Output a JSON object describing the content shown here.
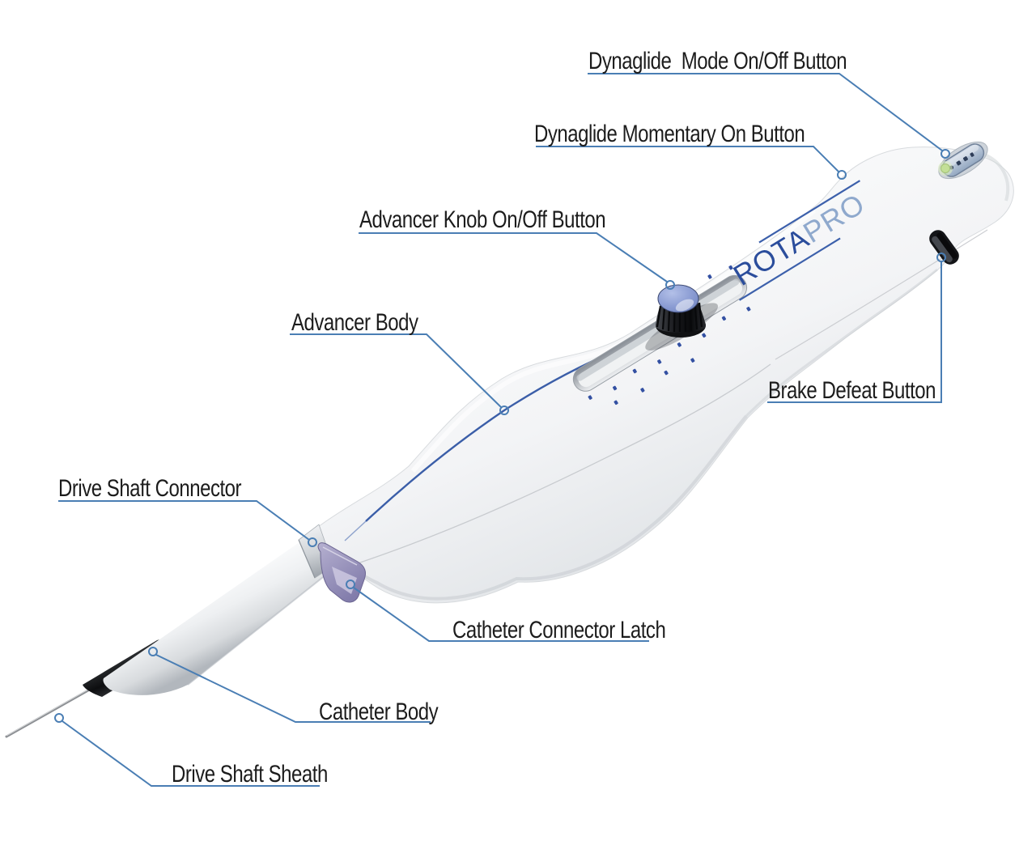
{
  "device": {
    "brand_part1": "ROTA",
    "brand_part2": "PRO"
  },
  "labels": {
    "dynaglide_mode": "Dynaglide  Mode On/Off Button",
    "dynaglide_momentary": "Dynaglide Momentary On Button",
    "advancer_knob": "Advancer Knob On/Off Button",
    "advancer_body": "Advancer Body",
    "brake_defeat": "Brake Defeat Button",
    "drive_shaft_connector": "Drive Shaft Connector",
    "catheter_connector_latch": "Catheter Connector Latch",
    "catheter_body": "Catheter Body",
    "drive_shaft_sheath": "Drive Shaft Sheath"
  },
  "colors": {
    "leader_blue": "#4a7eb4",
    "underline_blue": "#6f9fca",
    "label_text": "#1c1c1c",
    "accent_line_blue": "#3b5ea8",
    "brand_rota_blue": "#2b4d9c",
    "brand_pro_blue": "#8fa9cd",
    "knob_top_blue": "#8d9ed4",
    "latch_purple": "#9690ba",
    "led_green": "#c3df97",
    "tick_dot_blue": "#3350a2",
    "body_white": "#f3f4f6"
  }
}
